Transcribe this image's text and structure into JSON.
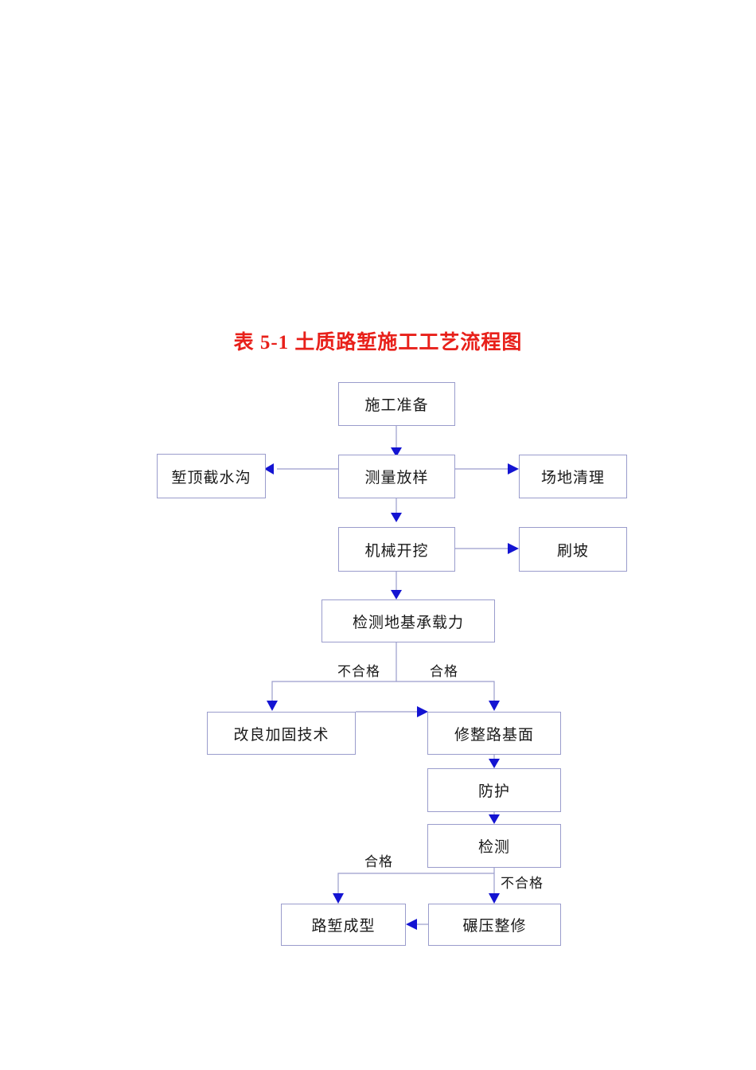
{
  "title": "表 5-1 土质路堑施工工艺流程图",
  "colors": {
    "title": "#E8201A",
    "box_border": "#9a9ccc",
    "arrow": "#1414d2",
    "text": "#1a1a1a",
    "background": "#ffffff"
  },
  "nodes": [
    {
      "id": "prep",
      "label": "施工准备"
    },
    {
      "id": "ditch",
      "label": "堑顶截水沟"
    },
    {
      "id": "survey",
      "label": "测量放样"
    },
    {
      "id": "siteclear",
      "label": "场地清理"
    },
    {
      "id": "excavate",
      "label": "机械开挖"
    },
    {
      "id": "slope",
      "label": "刷坡"
    },
    {
      "id": "bearingtest",
      "label": "检测地基承载力"
    },
    {
      "id": "reinforce",
      "label": "改良加固技术"
    },
    {
      "id": "trimbase",
      "label": "修整路基面"
    },
    {
      "id": "protect",
      "label": "防护"
    },
    {
      "id": "inspect",
      "label": "检测"
    },
    {
      "id": "shaped",
      "label": "路堑成型"
    },
    {
      "id": "compact",
      "label": "碾压整修"
    }
  ],
  "edge_labels": [
    {
      "id": "fail1",
      "label": "不合格"
    },
    {
      "id": "pass1",
      "label": "合格"
    },
    {
      "id": "pass2",
      "label": "合格"
    },
    {
      "id": "fail2",
      "label": "不合格"
    }
  ],
  "chart_data": {
    "type": "diagram",
    "diagram_kind": "flowchart",
    "title": "表 5-1 土质路堑施工工艺流程图",
    "nodes": [
      "施工准备",
      "堑顶截水沟",
      "测量放样",
      "场地清理",
      "机械开挖",
      "刷坡",
      "检测地基承载力",
      "改良加固技术",
      "修整路基面",
      "防护",
      "检测",
      "路堑成型",
      "碾压整修"
    ],
    "edges": [
      {
        "from": "施工准备",
        "to": "测量放样",
        "label": ""
      },
      {
        "from": "测量放样",
        "to": "堑顶截水沟",
        "label": ""
      },
      {
        "from": "测量放样",
        "to": "场地清理",
        "label": ""
      },
      {
        "from": "测量放样",
        "to": "机械开挖",
        "label": ""
      },
      {
        "from": "机械开挖",
        "to": "刷坡",
        "label": ""
      },
      {
        "from": "机械开挖",
        "to": "检测地基承载力",
        "label": ""
      },
      {
        "from": "检测地基承载力",
        "to": "改良加固技术",
        "label": "不合格"
      },
      {
        "from": "检测地基承载力",
        "to": "修整路基面",
        "label": "合格"
      },
      {
        "from": "改良加固技术",
        "to": "修整路基面",
        "label": ""
      },
      {
        "from": "修整路基面",
        "to": "防护",
        "label": ""
      },
      {
        "from": "防护",
        "to": "检测",
        "label": ""
      },
      {
        "from": "检测",
        "to": "路堑成型",
        "label": "合格"
      },
      {
        "from": "检测",
        "to": "碾压整修",
        "label": "不合格"
      },
      {
        "from": "碾压整修",
        "to": "路堑成型",
        "label": ""
      }
    ]
  }
}
